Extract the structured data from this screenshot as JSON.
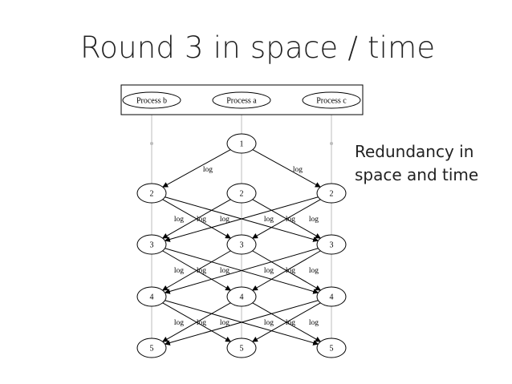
{
  "slide": {
    "title": "Round 3 in space / time",
    "note_lines": [
      "Redundancy in",
      "space and time"
    ]
  },
  "diagram": {
    "processes": [
      {
        "id": "b",
        "label": "Process b"
      },
      {
        "id": "a",
        "label": "Process a"
      },
      {
        "id": "c",
        "label": "Process c"
      }
    ],
    "top_node": {
      "label": "1",
      "process": "a"
    },
    "rounds": [
      "2",
      "3",
      "4",
      "5"
    ],
    "edge_label": "log",
    "colors": {
      "stroke": "#000000",
      "lifeline": "#bdbdbd"
    }
  }
}
